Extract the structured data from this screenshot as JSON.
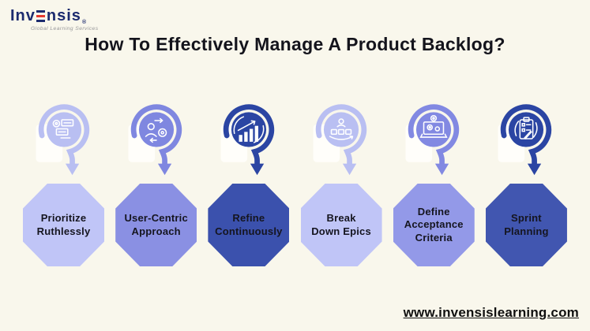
{
  "brand": {
    "logo_prefix": "Inv",
    "logo_suffix": "nsis",
    "registered": "®",
    "tagline": "Global Learning Services"
  },
  "title": "How To Effectively Manage A Product Backlog?",
  "steps": [
    {
      "label": "Prioritize\nRuthlessly",
      "icon": "prioritized-list-icon",
      "color": "#c0c5f7",
      "icon_color": "#b9bff2"
    },
    {
      "label": "User-Centric\nApproach",
      "icon": "user-gear-icon",
      "color": "#8a90e3",
      "icon_color": "#7f87e0"
    },
    {
      "label": "Refine\nContinuously",
      "icon": "growth-chart-icon",
      "color": "#3b51ad",
      "icon_color": "#2b45a3"
    },
    {
      "label": "Break\nDown Epics",
      "icon": "epic-hierarchy-icon",
      "color": "#c0c5f7",
      "icon_color": "#b9bff2"
    },
    {
      "label": "Define\nAcceptance\nCriteria",
      "icon": "laptop-gears-icon",
      "color": "#9399e8",
      "icon_color": "#8289e2"
    },
    {
      "label": "Sprint\nPlanning",
      "icon": "sprint-checklist-icon",
      "color": "#4156b0",
      "icon_color": "#2b45a3"
    }
  ],
  "footer": {
    "website": "www.invensislearning.com"
  },
  "colors": {
    "background": "#f9f7ec",
    "title_text": "#14141c",
    "step_label_text": "#15151f",
    "logo_navy": "#1c2b6e",
    "logo_red": "#e63a2f",
    "tagline_gray": "#98989a",
    "footer_text": "#101010",
    "icon_glyph": "#ffffff",
    "icon_backdrop": "#fffefa"
  }
}
